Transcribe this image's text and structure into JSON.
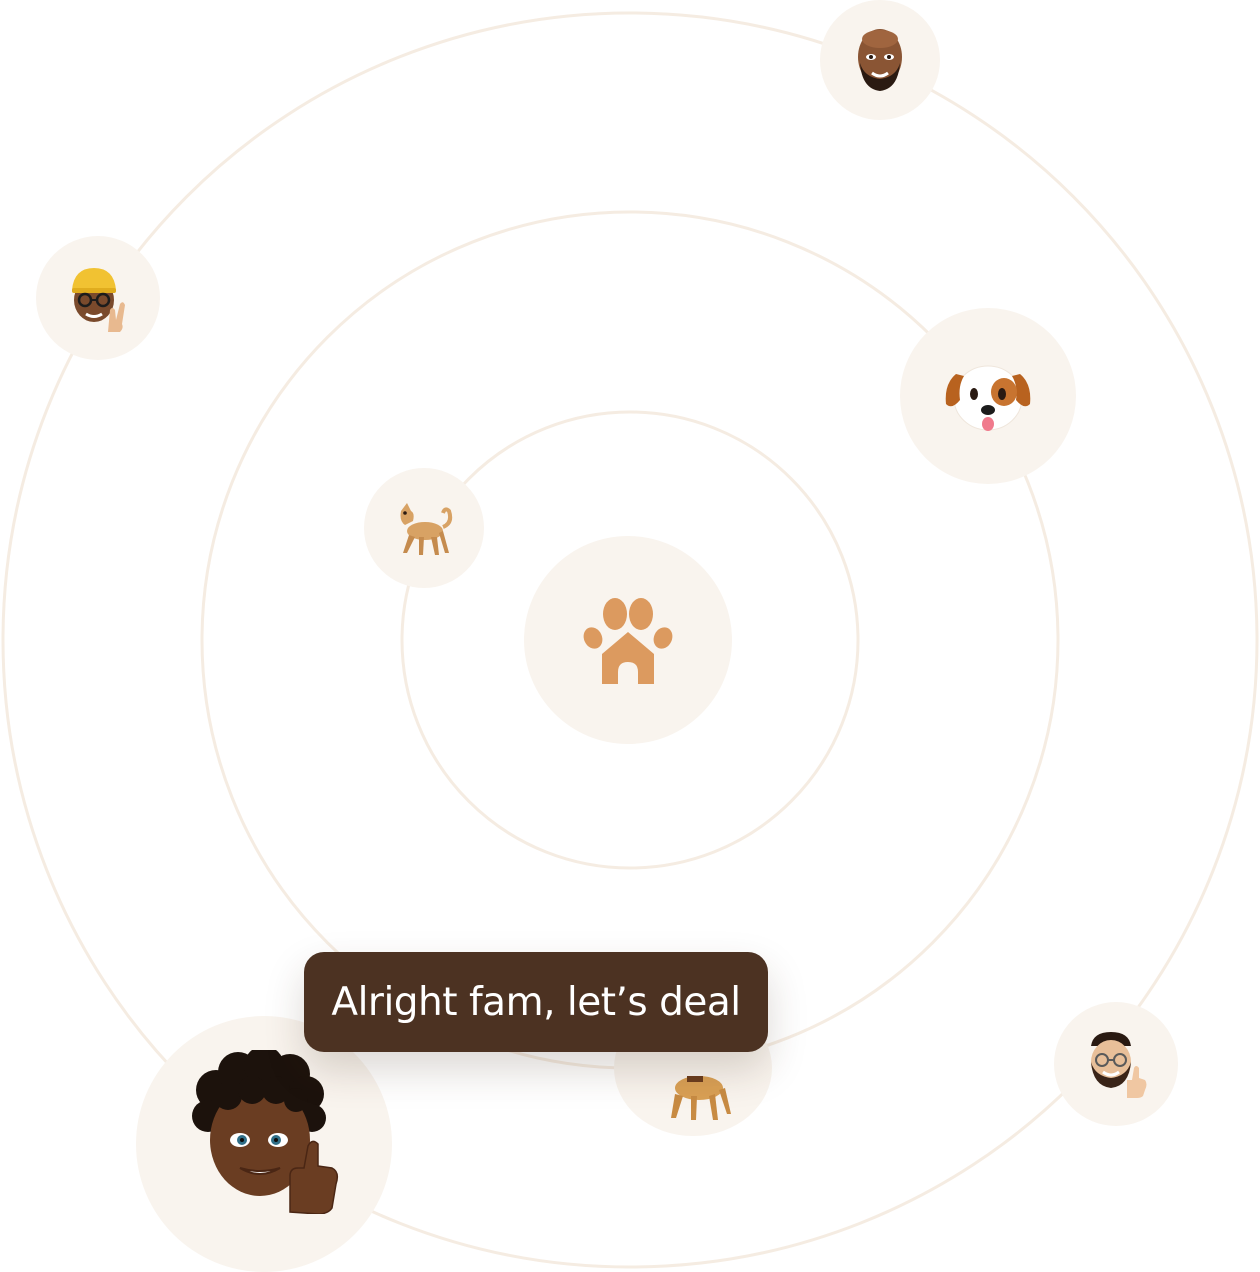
{
  "colors": {
    "background": "#ffffff",
    "orbit_stroke": "#f5ece2",
    "bubble_fill": "#f9f4ee",
    "paw_brand": "#dc9a5f",
    "toast_bg": "#4c3222",
    "toast_text": "#ffffff"
  },
  "center": {
    "icon": "paw-house-icon"
  },
  "avatars": [
    {
      "name": "bald-bearded-man-memoji",
      "icon": "memoji-bald-bearded-man"
    },
    {
      "name": "yellow-cap-peace-memoji",
      "icon": "memoji-yellow-cap-peace-sign"
    },
    {
      "name": "puppy-face-emoji",
      "icon": "dog-face-emoji"
    },
    {
      "name": "walking-dog-emoji",
      "icon": "dog-emoji"
    },
    {
      "name": "guide-dog-emoji",
      "icon": "guide-dog-emoji"
    },
    {
      "name": "curly-hair-thumbs-up-memoji",
      "icon": "memoji-curly-hair-thumbs-up"
    },
    {
      "name": "glasses-beard-thumbs-up-memoji",
      "icon": "memoji-glasses-beard-thumbs-up"
    }
  ],
  "toast": {
    "message": "Alright fam, let’s deal"
  }
}
